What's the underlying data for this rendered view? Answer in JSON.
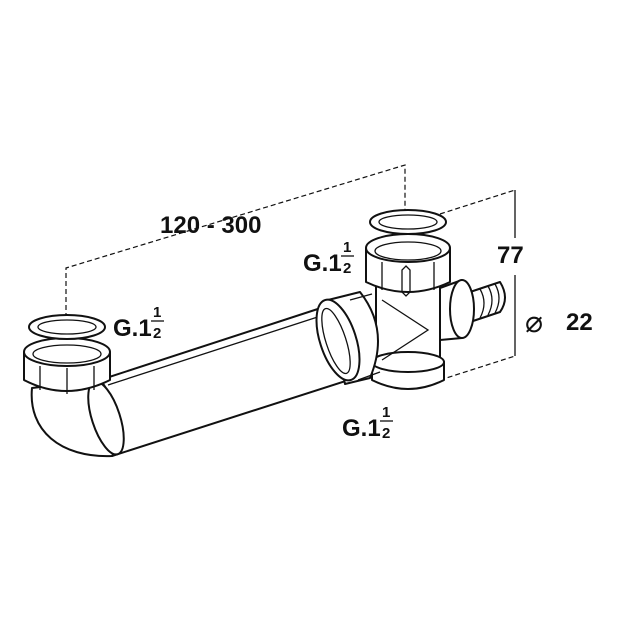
{
  "dimensions": {
    "length_range": "120 - 300",
    "height": "77",
    "diameter_symbol": "⌀",
    "diameter": "22"
  },
  "thread_labels": [
    {
      "prefix": "G.1",
      "numerator": "1",
      "denominator": "2"
    },
    {
      "prefix": "G.1",
      "numerator": "1",
      "denominator": "2"
    },
    {
      "prefix": "G.1",
      "numerator": "1",
      "denominator": "2"
    }
  ]
}
